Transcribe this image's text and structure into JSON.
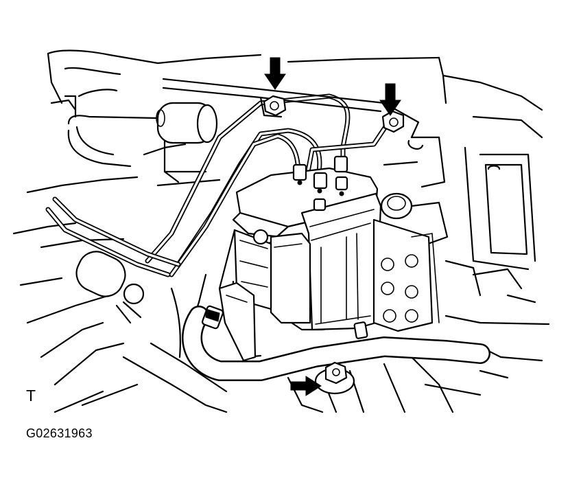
{
  "diagram": {
    "view_letter": "T",
    "figure_code": "G02631963",
    "ink_color": "#000000",
    "paper_color": "#ffffff",
    "callout_arrows": [
      {
        "name": "arrow-upper-nut",
        "direction": "down"
      },
      {
        "name": "arrow-right-nut",
        "direction": "down"
      },
      {
        "name": "arrow-lower-bolt",
        "direction": "right"
      }
    ]
  }
}
